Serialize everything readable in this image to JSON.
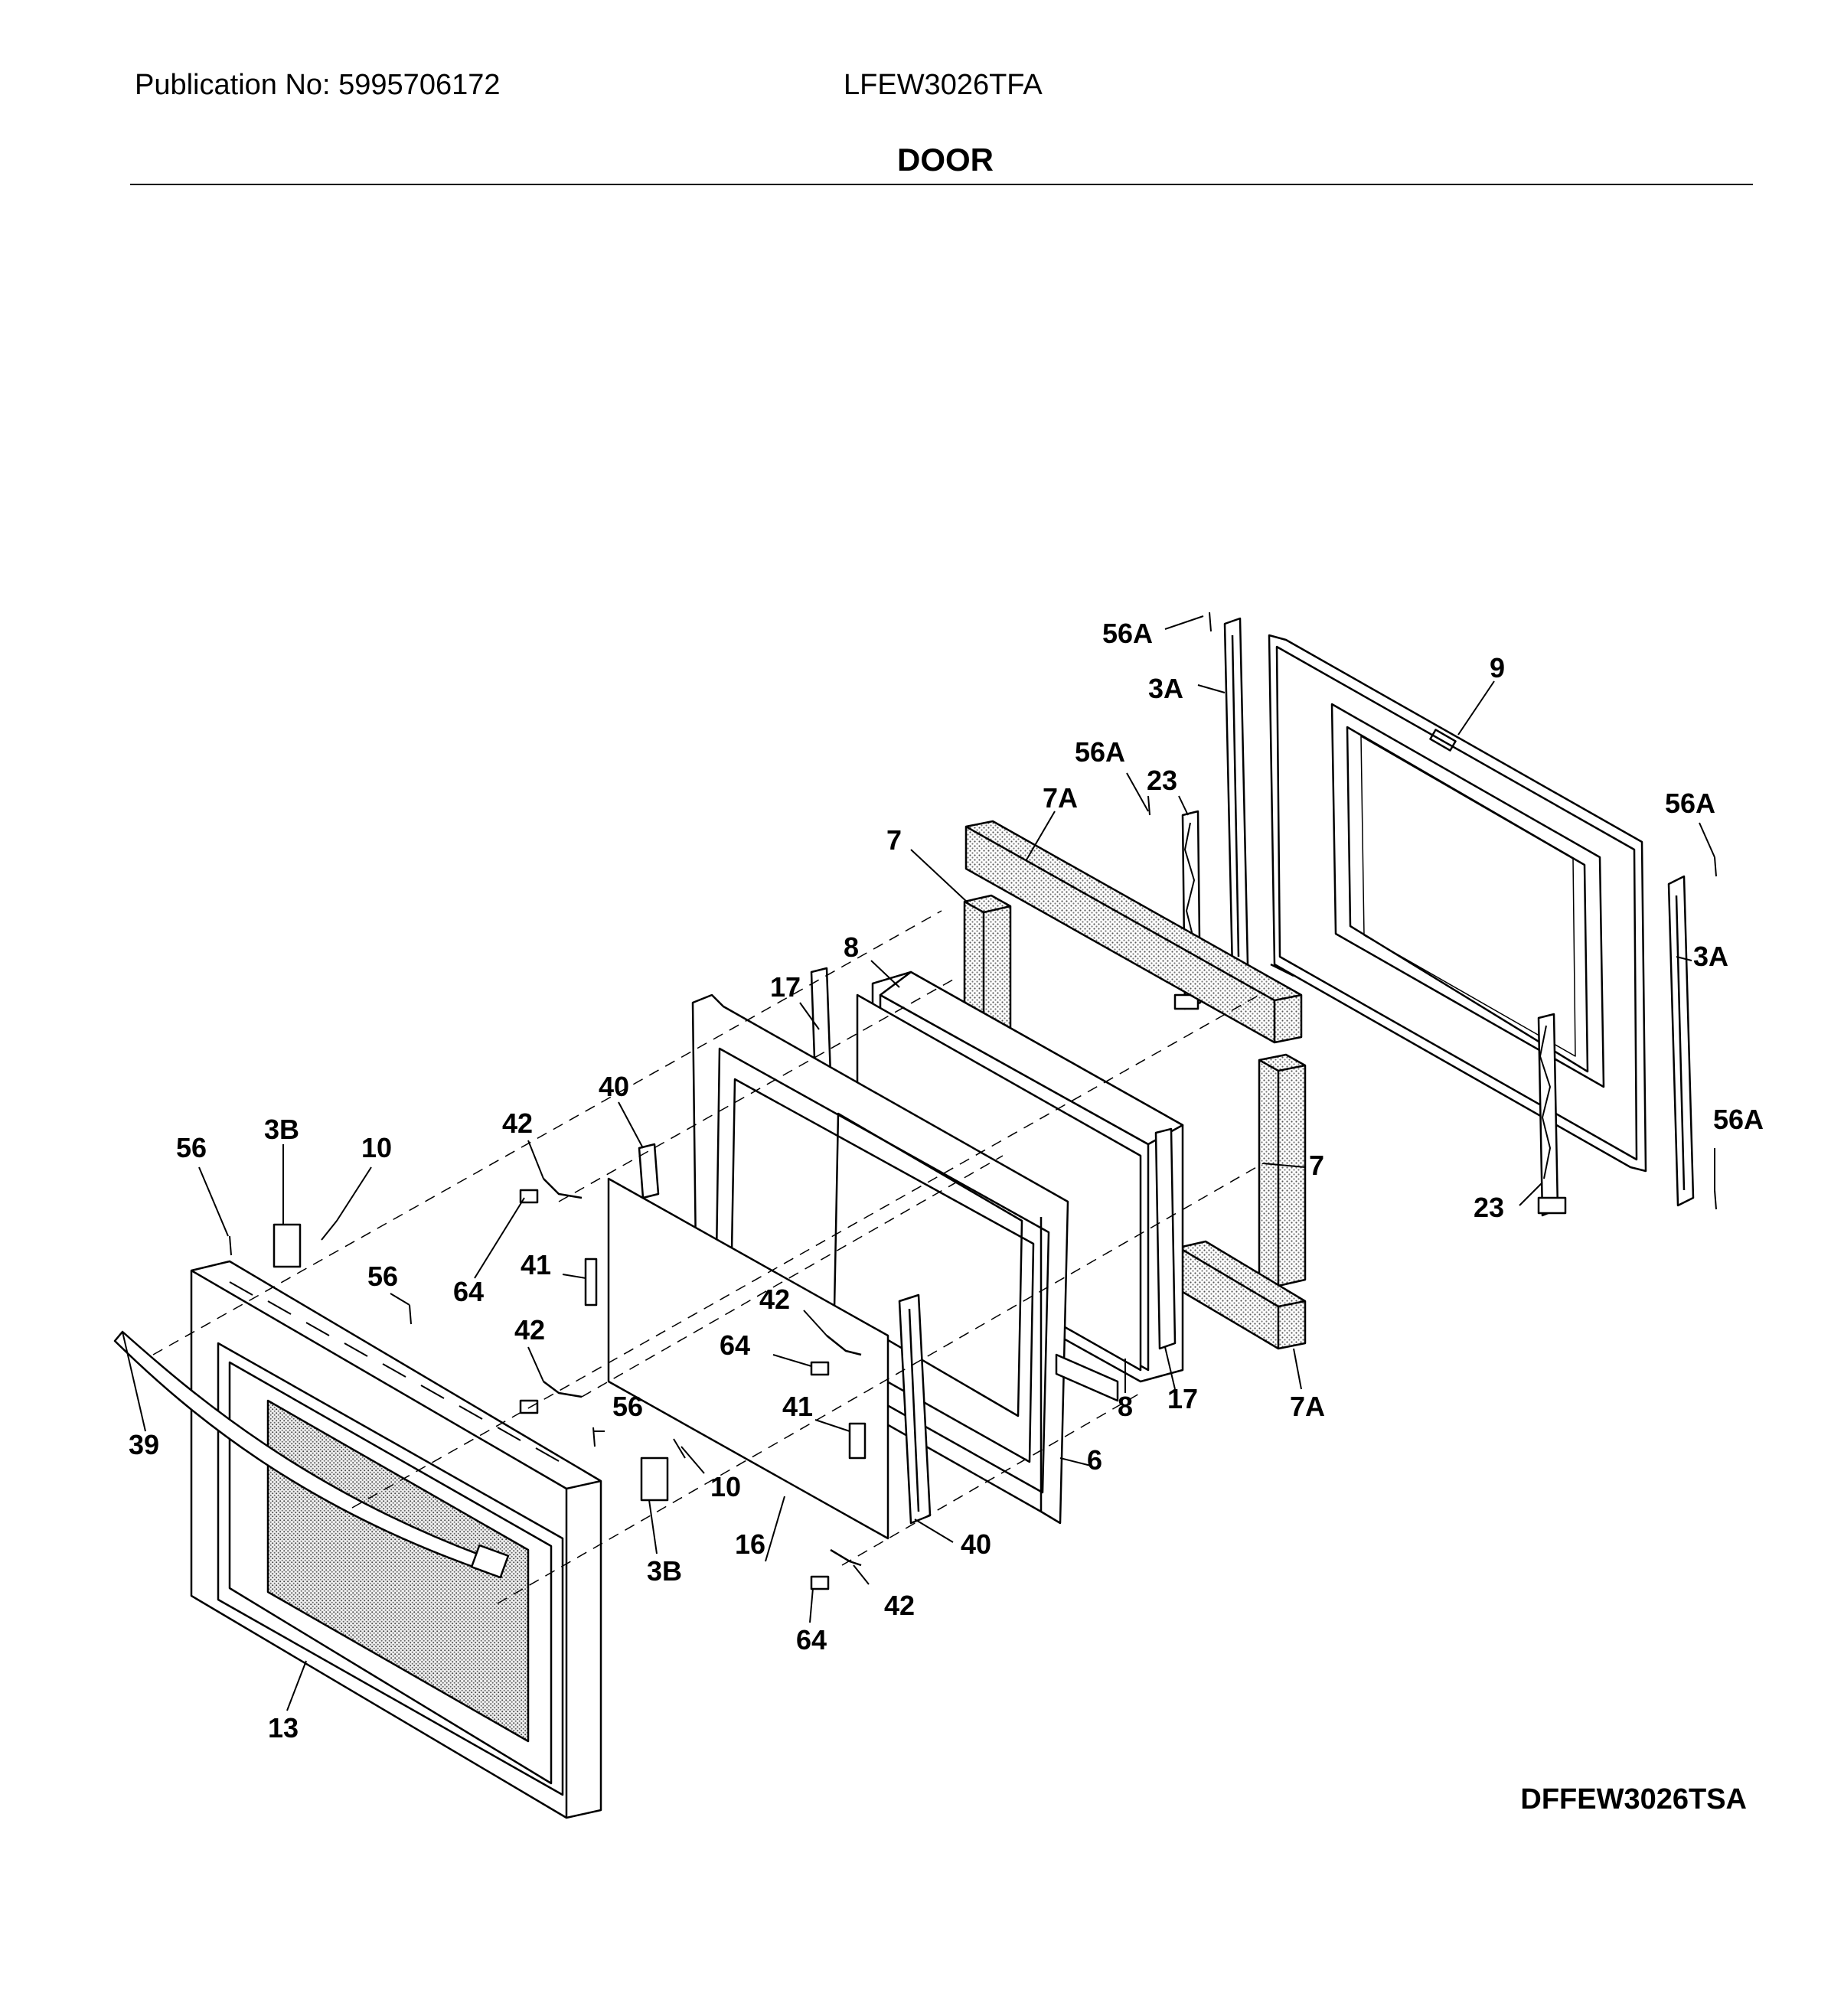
{
  "header": {
    "publication": "Publication No: 5995706172",
    "model": "LFEW3026TFA",
    "section_title": "DOOR"
  },
  "diagram_code": "DFFEW3026TSA",
  "callouts": {
    "c56a_top": "56A",
    "c3a_top": "3A",
    "c9": "9",
    "c56a_mid": "56A",
    "c23_top": "23",
    "c7a_top": "7A",
    "c7_top": "7",
    "c56a_right_top": "56A",
    "c3a_right": "3A",
    "c56a_right_bot": "56A",
    "c23_bot": "23",
    "c8_top": "8",
    "c17_top": "17",
    "c7_right": "7",
    "c40_top": "40",
    "c42_a": "42",
    "c56_left": "56",
    "c3b_top": "3B",
    "c10_top": "10",
    "c56_mid": "56",
    "c64_a": "64",
    "c41_a": "41",
    "c42_b": "42",
    "c42_c": "42",
    "c64_b": "64",
    "c56_low": "56",
    "c41_b": "41",
    "c39": "39",
    "c10_bot": "10",
    "c3b_bot": "3B",
    "c16": "16",
    "c40_bot": "40",
    "c6": "6",
    "c8_bot": "8",
    "c17_bot": "17",
    "c7a_bot": "7A",
    "c42_d": "42",
    "c64_c": "64",
    "c13": "13"
  }
}
